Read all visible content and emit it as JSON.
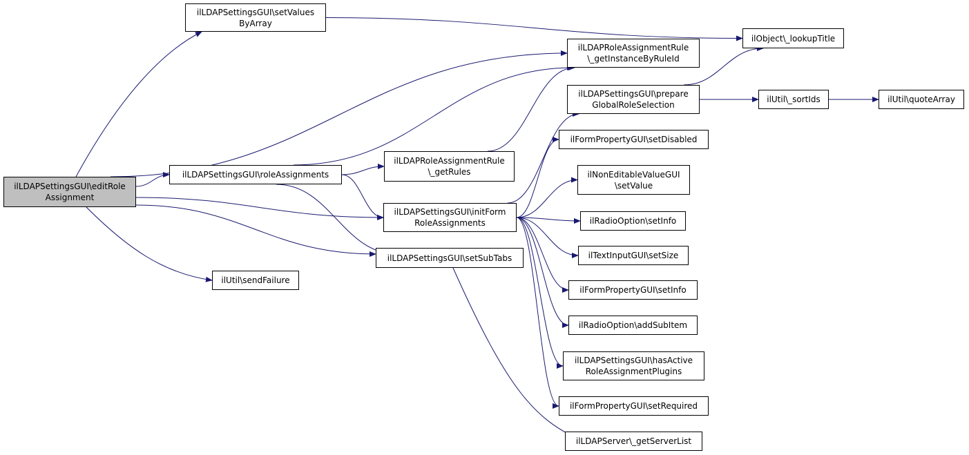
{
  "nodes": [
    {
      "id": "editRole",
      "label": "ilLDAPSettingsGUI\\editRole\nAssignment",
      "root": true
    },
    {
      "id": "setValues",
      "label": "ilLDAPSettingsGUI\\setValues\nByArray"
    },
    {
      "id": "lookupTitle",
      "label": "ilObject\\_lookupTitle"
    },
    {
      "id": "getInstance",
      "label": "ilLDAPRoleAssignmentRule\n\\_getInstanceByRuleId"
    },
    {
      "id": "prepareGlobal",
      "label": "ilLDAPSettingsGUI\\prepare\nGlobalRoleSelection"
    },
    {
      "id": "sortIds",
      "label": "ilUtil\\_sortIds"
    },
    {
      "id": "quoteArray",
      "label": "ilUtil\\quoteArray"
    },
    {
      "id": "roleAssignments",
      "label": "ilLDAPSettingsGUI\\roleAssignments"
    },
    {
      "id": "getRules",
      "label": "ilLDAPRoleAssignmentRule\n\\_getRules"
    },
    {
      "id": "setDisabled",
      "label": "ilFormPropertyGUI\\setDisabled"
    },
    {
      "id": "setValue",
      "label": "ilNonEditableValueGUI\n\\setValue"
    },
    {
      "id": "initForm",
      "label": "ilLDAPSettingsGUI\\initForm\nRoleAssignments"
    },
    {
      "id": "radioSetInfo",
      "label": "ilRadioOption\\setInfo"
    },
    {
      "id": "setSize",
      "label": "ilTextInputGUI\\setSize"
    },
    {
      "id": "setSubTabs",
      "label": "ilLDAPSettingsGUI\\setSubTabs"
    },
    {
      "id": "sendFailure",
      "label": "ilUtil\\sendFailure"
    },
    {
      "id": "formSetInfo",
      "label": "ilFormPropertyGUI\\setInfo"
    },
    {
      "id": "addSubItem",
      "label": "ilRadioOption\\addSubItem"
    },
    {
      "id": "hasActive",
      "label": "ilLDAPSettingsGUI\\hasActive\nRoleAssignmentPlugins"
    },
    {
      "id": "setRequired",
      "label": "ilFormPropertyGUI\\setRequired"
    },
    {
      "id": "serverList",
      "label": "ilLDAPServer\\_getServerList"
    }
  ],
  "edges": [
    [
      "editRole",
      "setValues"
    ],
    [
      "editRole",
      "getInstance"
    ],
    [
      "editRole",
      "roleAssignments"
    ],
    [
      "editRole",
      "initForm"
    ],
    [
      "editRole",
      "setSubTabs"
    ],
    [
      "editRole",
      "sendFailure"
    ],
    [
      "setValues",
      "lookupTitle"
    ],
    [
      "prepareGlobal",
      "lookupTitle"
    ],
    [
      "prepareGlobal",
      "sortIds"
    ],
    [
      "sortIds",
      "quoteArray"
    ],
    [
      "roleAssignments",
      "getInstance"
    ],
    [
      "roleAssignments",
      "getRules"
    ],
    [
      "roleAssignments",
      "initForm"
    ],
    [
      "roleAssignments",
      "setSubTabs"
    ],
    [
      "getRules",
      "getInstance"
    ],
    [
      "initForm",
      "prepareGlobal"
    ],
    [
      "initForm",
      "setDisabled"
    ],
    [
      "initForm",
      "setValue"
    ],
    [
      "initForm",
      "radioSetInfo"
    ],
    [
      "initForm",
      "setSize"
    ],
    [
      "initForm",
      "formSetInfo"
    ],
    [
      "initForm",
      "addSubItem"
    ],
    [
      "initForm",
      "hasActive"
    ],
    [
      "initForm",
      "setRequired"
    ],
    [
      "setSubTabs",
      "serverList"
    ]
  ],
  "colors": {
    "edge": "#191970",
    "root_fill": "#bfbfbf",
    "node_border": "#000000"
  }
}
